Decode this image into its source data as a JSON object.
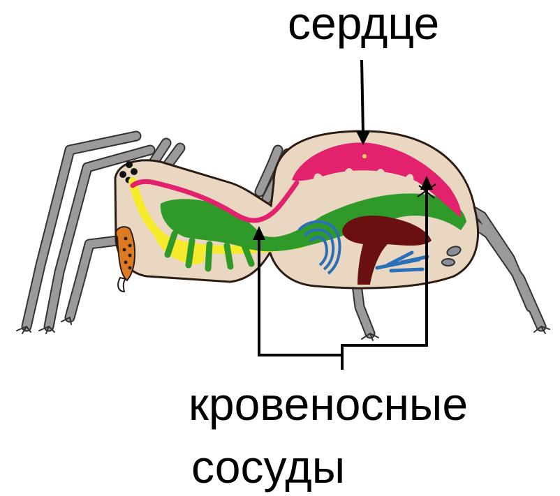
{
  "labels": {
    "heart": "сердце",
    "vessels_line1": "кровеносные",
    "vessels_line2": "сосуды"
  },
  "colors": {
    "body": "#ead7c1",
    "outline": "#2b1d14",
    "legs": "#9a9a9a",
    "heart": "#e2226c",
    "gut": "#2f9a2a",
    "nerve": "#f6ea2c",
    "lungs": "#2a6fb8",
    "liver": "#6a1010",
    "chelicera": "#dd7a24",
    "pointer": "#000000"
  }
}
